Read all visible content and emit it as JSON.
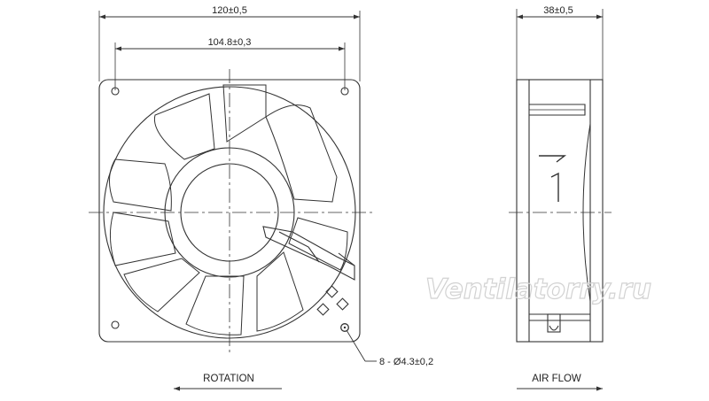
{
  "dimensions": {
    "overall_width": "120±0,5",
    "hole_spacing": "104.8±0,3",
    "depth": "38±0,5",
    "mounting_holes": "8 - Ø4.3±0,2"
  },
  "labels": {
    "rotation": "ROTATION",
    "air_flow": "AIR FLOW"
  },
  "watermark": "Ventilatorry.ru",
  "colors": {
    "line": "#333333",
    "text": "#222222",
    "watermark": "#d2d2d2"
  }
}
